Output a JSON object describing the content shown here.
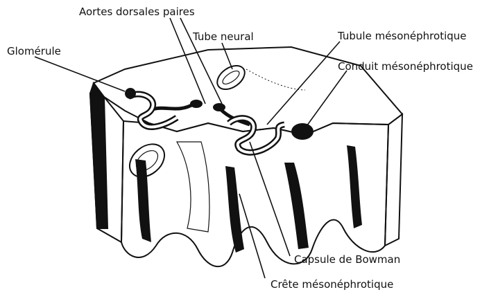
{
  "labels": {
    "aortes": "Aortes dorsales paires",
    "tube_neural": "Tube neural",
    "tubule": "Tubule mésonéphrotique",
    "glomerule": "Glomérule",
    "conduit": "Conduit mésonéphrotique",
    "capsule": "Capsule de Bowman",
    "crete": "Crête mésonéphrotique"
  }
}
